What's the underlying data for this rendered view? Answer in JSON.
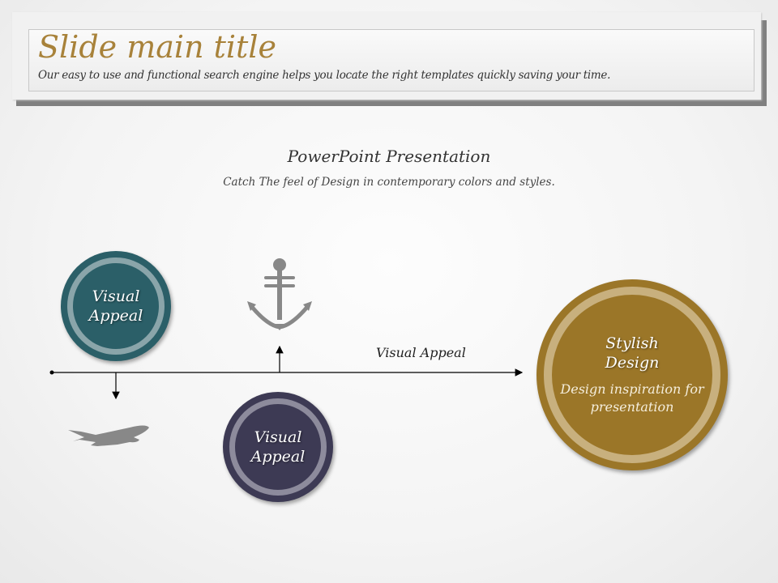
{
  "header": {
    "title": "Slide main title",
    "subtitle": "Our easy to use and functional search engine helps you locate the right templates quickly  saving your time."
  },
  "section": {
    "title": "PowerPoint Presentation",
    "subtitle": "Catch The feel of Design in contemporary colors and styles."
  },
  "circles": [
    {
      "line1": "Visual",
      "line2": "Appeal",
      "color": "#2b5f68"
    },
    {
      "line1": "Visual",
      "line2": "Appeal",
      "color": "#3d3a54"
    },
    {
      "line1": "Stylish",
      "line2": "Design",
      "body": "Design inspiration for presentation",
      "color": "#9b7628"
    }
  ],
  "timeline": {
    "label": "Visual Appeal"
  },
  "icons": [
    "anchor-icon",
    "airplane-icon"
  ]
}
